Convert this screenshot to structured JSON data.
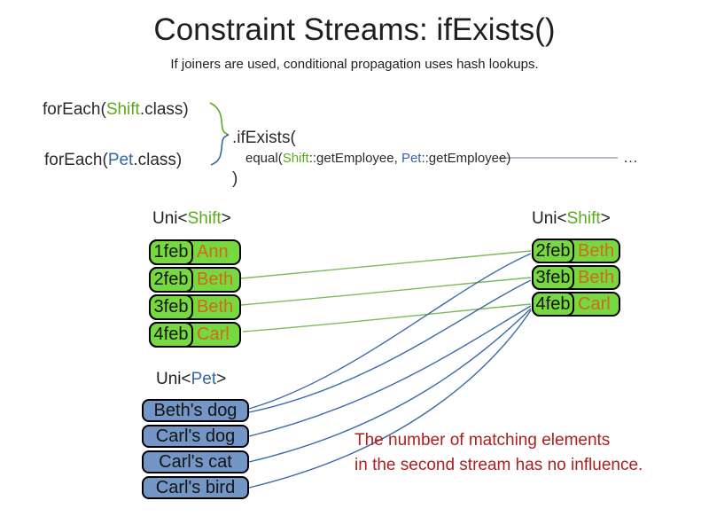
{
  "title": "Constraint Streams: ifExists()",
  "subtitle": "If joiners are used, conditional propagation uses hash lookups.",
  "code": {
    "foreach_shift": {
      "pre": "forEach(",
      "cls": "Shift",
      "post": ".class)"
    },
    "foreach_pet": {
      "pre": "forEach(",
      "cls": "Pet",
      "post": ".class)"
    },
    "if_exists": ".ifExists(",
    "equal": {
      "pre": "equal(",
      "shift_ref": "Shift",
      "mid": "::getEmployee, ",
      "pet_ref": "Pet",
      "post": "::getEmployee)",
      "ellipsis": "…"
    },
    "close_paren": ")"
  },
  "labels": {
    "left_shift": {
      "pre": "Uni<",
      "type": "Shift",
      "post": ">"
    },
    "right_shift": {
      "pre": "Uni<",
      "type": "Shift",
      "post": ">"
    },
    "pet": {
      "pre": "Uni<",
      "type": "Pet",
      "post": ">"
    }
  },
  "tables": {
    "left_shift": {
      "rows": [
        {
          "date": "1feb",
          "name": "Ann"
        },
        {
          "date": "2feb",
          "name": "Beth"
        },
        {
          "date": "3feb",
          "name": "Beth"
        },
        {
          "date": "4feb",
          "name": "Carl"
        }
      ]
    },
    "right_shift": {
      "rows": [
        {
          "date": "2feb",
          "name": "Beth"
        },
        {
          "date": "3feb",
          "name": "Beth"
        },
        {
          "date": "4feb",
          "name": "Carl"
        }
      ]
    },
    "pet": {
      "rows": [
        {
          "name": "Beth's dog"
        },
        {
          "name": "Carl's dog"
        },
        {
          "name": "Carl's cat"
        },
        {
          "name": "Carl's bird"
        }
      ]
    }
  },
  "note": {
    "line1": "The number of matching elements",
    "line2": "in the second stream has no influence."
  },
  "colors": {
    "accent_green": "#5BAA1F",
    "accent_blue": "#3465A4",
    "accent_orange": "#CE6C17",
    "box_green": "#77D83F",
    "box_blue": "#7396C6",
    "line_green": "#7DBA5C",
    "line_blue": "#3A6BA8",
    "line_purple": "#9B87A5",
    "note_red": "#AC2020"
  }
}
